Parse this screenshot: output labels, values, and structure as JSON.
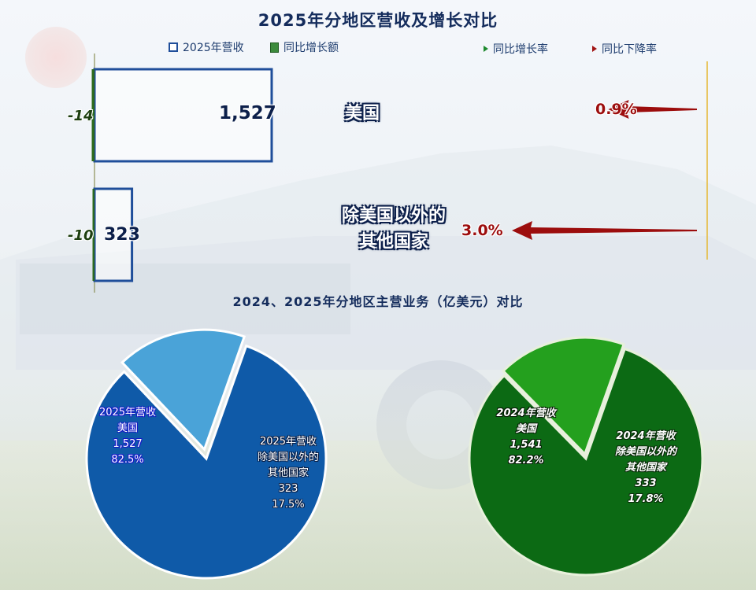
{
  "title": "2025年分地区营收及增长对比",
  "subtitle": "2024、2025年分地区主营业务（亿美元）对比",
  "legend": {
    "revenue": "2025年营收",
    "growth": "同比增长额",
    "rate_up": "同比增长率",
    "rate_down": "同比下降率"
  },
  "colors": {
    "revenue_border": "#1f4e9a",
    "pie_2025_main": "#0f5aa8",
    "pie_2025_other": "#4aa3d8",
    "pie_2024_main": "#0c6a14",
    "pie_2024_other": "#24a01e",
    "decline": "#9c0d0d"
  },
  "bars": [
    {
      "region": "美国",
      "region_lines": [
        "美国"
      ],
      "revenue": 1527,
      "revenue_label": "1,527",
      "growth": -14,
      "growth_label": "-14",
      "rate": 0.9,
      "rate_label": "0.9%",
      "direction": "down"
    },
    {
      "region": "除美国以外的其他国家",
      "region_lines": [
        "除美国以外的",
        "其他国家"
      ],
      "revenue": 323,
      "revenue_label": "323",
      "growth": -10,
      "growth_label": "-10",
      "rate": 3.0,
      "rate_label": "3.0%",
      "direction": "down"
    }
  ],
  "pies": {
    "y2025": {
      "title_label": "2025年营收",
      "slices": [
        {
          "name": "美国",
          "value": 1527,
          "value_label": "1,527",
          "pct_label": "82.5%"
        },
        {
          "name_lines": [
            "除美国以外的",
            "其他国家"
          ],
          "value": 323,
          "value_label": "323",
          "pct_label": "17.5%"
        }
      ]
    },
    "y2024": {
      "title_label": "2024年营收",
      "slices": [
        {
          "name": "美国",
          "value": 1541,
          "value_label": "1,541",
          "pct_label": "82.2%"
        },
        {
          "name_lines": [
            "除美国以外的",
            "其他国家"
          ],
          "value": 333,
          "value_label": "333",
          "pct_label": "17.8%"
        }
      ]
    }
  },
  "chart_data": [
    {
      "type": "bar",
      "title": "2025年分地区营收及增长对比",
      "categories": [
        "美国",
        "除美国以外的其他国家"
      ],
      "series": [
        {
          "name": "2025年营收",
          "values": [
            1527,
            323
          ]
        },
        {
          "name": "同比增长额",
          "values": [
            -14,
            -10
          ]
        },
        {
          "name": "同比下降率",
          "values": [
            0.9,
            3.0
          ]
        }
      ],
      "legend": "top"
    },
    {
      "type": "pie",
      "categories": [
        "美国",
        "除美国以外的其他国家"
      ],
      "values": [
        1527,
        323
      ],
      "percent": [
        82.5,
        17.5
      ],
      "series": [
        {
          "name": "2025年营收",
          "values": [
            1527,
            323
          ]
        }
      ]
    },
    {
      "type": "pie",
      "categories": [
        "美国",
        "除美国以外的其他国家"
      ],
      "values": [
        1541,
        333
      ],
      "percent": [
        82.2,
        17.8
      ],
      "series": [
        {
          "name": "2024年营收",
          "values": [
            1541,
            333
          ]
        }
      ]
    }
  ]
}
